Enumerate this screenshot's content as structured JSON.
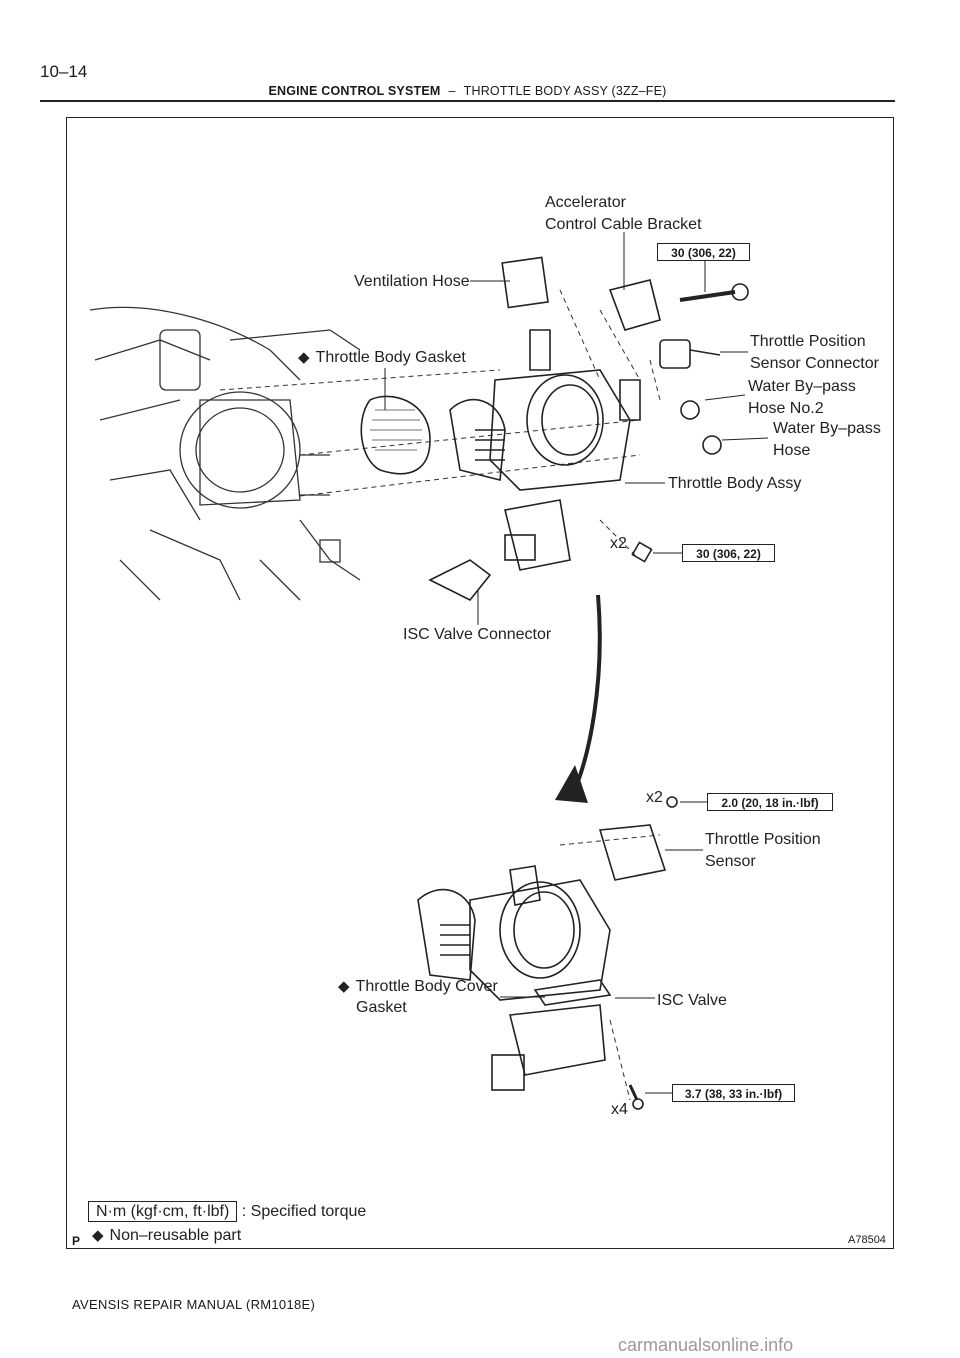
{
  "header": {
    "page_number": "10–14",
    "section": "ENGINE CONTROL SYSTEM",
    "separator": "–",
    "subsection": "THROTTLE BODY ASSY (3ZZ–FE)"
  },
  "labels": {
    "accelerator_bracket_1": "Accelerator",
    "accelerator_bracket_2": "Control Cable Bracket",
    "ventilation_hose": "Ventilation Hose",
    "throttle_body_gasket": "Throttle Body Gasket",
    "tps_connector_1": "Throttle Position",
    "tps_connector_2": "Sensor Connector",
    "bypass_hose2_1": "Water By–pass",
    "bypass_hose2_2": "Hose No.2",
    "bypass_hose_1": "Water By–pass",
    "bypass_hose_2": "Hose",
    "throttle_body_assy": "Throttle Body Assy",
    "qty_nuts": "x2",
    "isc_connector": "ISC Valve Connector",
    "qty_screws_tps": "x2",
    "tps_1": "Throttle Position",
    "tps_2": "Sensor",
    "cover_gasket_1": "Throttle Body Cover",
    "cover_gasket_2": "Gasket",
    "isc_valve": "ISC Valve",
    "qty_screws_isc": "x4"
  },
  "torques": {
    "bracket_bolt": "30 (306, 22)",
    "body_nuts": "30 (306, 22)",
    "tps_screws": "2.0 (20, 18 in.·lbf)",
    "isc_screws": "3.7 (38, 33 in.·lbf)"
  },
  "legend": {
    "torque_units": "N·m (kgf·cm, ft·lbf)",
    "torque_desc": ": Specified torque",
    "nonreusable": "Non–reusable part",
    "diamond": "◆"
  },
  "figure": {
    "marker": "P",
    "id": "A78504"
  },
  "footer": "AVENSIS REPAIR MANUAL   (RM1018E)",
  "watermark": "carmanualsonline.info"
}
